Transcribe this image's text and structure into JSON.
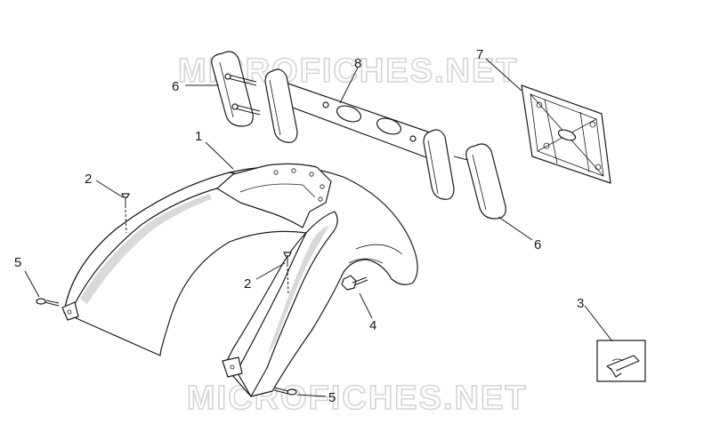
{
  "watermarks": [
    "MICROFICHES.NET",
    "MICROFICHES.NET"
  ],
  "callouts": {
    "c1": "1",
    "c2a": "2",
    "c2b": "2",
    "c3": "3",
    "c4": "4",
    "c5a": "5",
    "c5b": "5",
    "c6a": "6",
    "c6b": "6",
    "c7": "7",
    "c8": "8"
  }
}
